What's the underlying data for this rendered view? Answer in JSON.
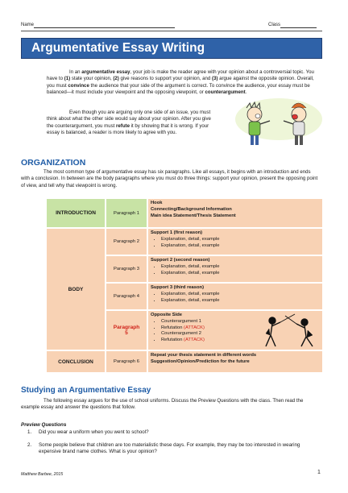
{
  "header": {
    "name_label": "Name",
    "class_label": "Class"
  },
  "title": "Argumentative Essay Writing",
  "intro": {
    "p1": [
      {
        "t": "In an "
      },
      {
        "t": "argumentative essay",
        "b": true
      },
      {
        "t": ", your job is make the reader agree with your opinion about a controversial topic. You have to "
      },
      {
        "t": "(1)",
        "b": true
      },
      {
        "t": " state your opinion, "
      },
      {
        "t": "(2)",
        "b": true
      },
      {
        "t": " give reasons to support your opinion, and "
      },
      {
        "t": "(3)",
        "b": true
      },
      {
        "t": " argue against the opposite opinion.  Overall, you must "
      },
      {
        "t": "convince",
        "b": true
      },
      {
        "t": " the audience that your side of the argument is correct.  To convince the audience, your essay must be balanced—it must include your viewpoint and the opposing viewpoint, or "
      },
      {
        "t": "counterargument",
        "b": true
      },
      {
        "t": "."
      }
    ],
    "p2": [
      {
        "t": "Even though you are arguing only one side of an issue, you must think about what the other side would say about your opinion.  After you give the counterargument, you must "
      },
      {
        "t": "refute",
        "b": true
      },
      {
        "t": " it by showing that it is wrong.  If your essay is balanced, a reader is more likely to agree with you."
      }
    ]
  },
  "organization": {
    "heading": "ORGANIZATION",
    "text": "The most common type of argumentative essay has six paragraphs.  Like all essays, it begins with an introduction and ends with a conclusion. In between are the body paragraphs where you must do three things: support your opinion, present the opposing point of view, and tell why that viewpoint is wrong."
  },
  "table": {
    "introduction": {
      "section": "INTRODUCTION",
      "paragraph": "Paragraph 1",
      "lines": [
        "Hook",
        "Connecting/Background Information",
        "Main idea Statement/Thesis Statement"
      ]
    },
    "body": {
      "section": "BODY",
      "rows": [
        {
          "paragraph": "Paragraph 2",
          "heading": "Support 1 (first reason)",
          "items": [
            "Explanation, detail, example",
            "Explanation, detail, example"
          ]
        },
        {
          "paragraph": "Paragraph 3",
          "heading": "Support 2 (second reason)",
          "items": [
            "Explanation, detail, example",
            "Explanation, detail, example"
          ]
        },
        {
          "paragraph": "Paragraph 4",
          "heading": "Support 3 (third reason)",
          "items": [
            "Explanation, detail, example",
            "Explanation, detail, example"
          ]
        }
      ],
      "opposing": {
        "paragraph_word": "Paragraph",
        "paragraph_num": "5",
        "heading": "Opposite Side",
        "items": [
          {
            "text": "Counterargument 1",
            "tag": ""
          },
          {
            "text": "Refutation ",
            "tag": "(ATTACK)"
          },
          {
            "text": "Counterargument 2",
            "tag": ""
          },
          {
            "text": "Refutation ",
            "tag": "(ATTACK)"
          }
        ]
      }
    },
    "conclusion": {
      "section": "CONCLUSION",
      "paragraph": "Paragraph 6",
      "lines": [
        "Repeat your thesis statement in different words",
        "Suggestion/Opinion/Prediction for the future"
      ]
    }
  },
  "study": {
    "heading": "Studying an Argumentative Essay",
    "text": "The following essay argues for the use of school uniforms.  Discuss the Preview Questions with the class.  Then read the example essay and answer the questions that follow."
  },
  "preview": {
    "heading": "Preview Questions",
    "questions": [
      {
        "num": "1.",
        "text": "Did you wear a uniform when you went to school?"
      },
      {
        "num": "2.",
        "text": "Some people believe that children are too materialistic these days.  For example, they may be too interested in wearing expensive brand name clothes.  What is your opinion?"
      }
    ]
  },
  "footer": {
    "author": "Matthew Barbee, 2015",
    "page": "1"
  },
  "colors": {
    "title_bar": "#2f62a8",
    "heading": "#1f5ca6",
    "peach": "#f8d2b4",
    "green": "#c8e3a5",
    "attack": "#d0231a"
  },
  "icons": [
    "arguing-children-illustration",
    "sword-fighters-illustration"
  ]
}
